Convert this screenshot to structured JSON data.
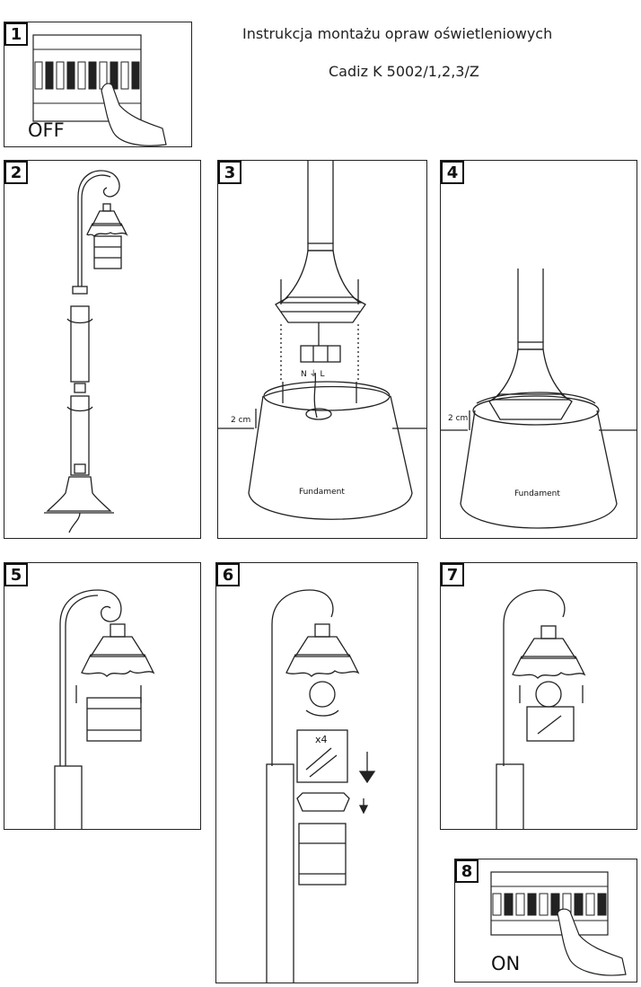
{
  "header": {
    "line1": "Instrukcja montażu opraw oświetleniowych",
    "line2": "Cadiz K 5002/1,2,3/Z"
  },
  "steps": [
    {
      "number": "1",
      "caption": "OFF"
    },
    {
      "number": "2"
    },
    {
      "number": "3",
      "height_label": "2 cm",
      "base_label": "Fundament",
      "terminal_labels": "N ⏚ L"
    },
    {
      "number": "4",
      "height_label": "2 cm",
      "base_label": "Fundament"
    },
    {
      "number": "5"
    },
    {
      "number": "6",
      "glass_count": "x4"
    },
    {
      "number": "7"
    },
    {
      "number": "8",
      "caption": "ON"
    }
  ]
}
